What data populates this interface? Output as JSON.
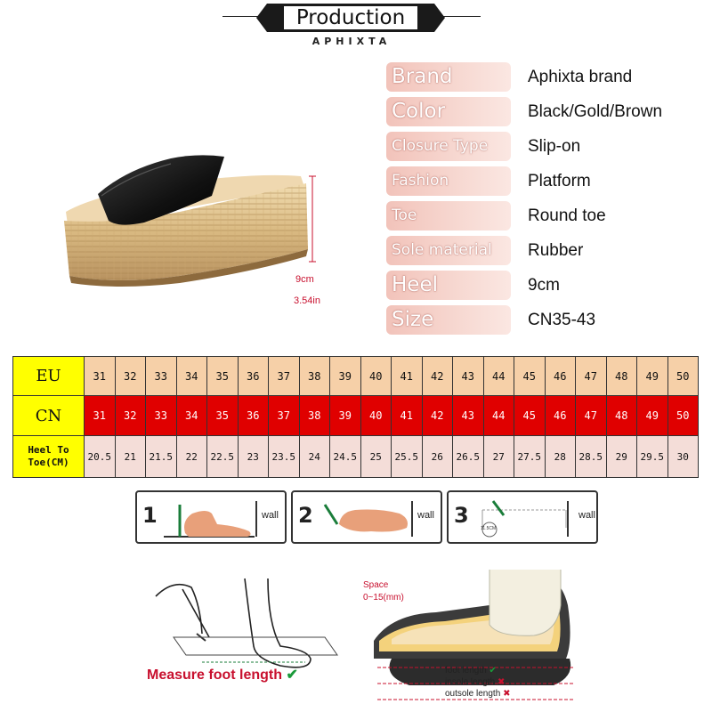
{
  "header": {
    "title": "Production",
    "brand_sub": "APHIXTA"
  },
  "product": {
    "heel_cm": "9cm",
    "heel_in": "3.54in"
  },
  "specs": [
    {
      "label": "Brand",
      "value": "Aphixta brand"
    },
    {
      "label": "Color",
      "value": "Black/Gold/Brown"
    },
    {
      "label": "Closure Type",
      "value": "Slip-on"
    },
    {
      "label": "Fashion",
      "value": "Platform"
    },
    {
      "label": "Toe",
      "value": "Round toe"
    },
    {
      "label": "Sole material",
      "value": "Rubber"
    },
    {
      "label": "Heel",
      "value": "9cm"
    },
    {
      "label": "Size",
      "value": "CN35-43"
    }
  ],
  "size_table": {
    "eu_label": "EU",
    "cn_label": "CN",
    "heel_label": "Heel To Toe(CM)",
    "eu": [
      "31",
      "32",
      "33",
      "34",
      "35",
      "36",
      "37",
      "38",
      "39",
      "40",
      "41",
      "42",
      "43",
      "44",
      "45",
      "46",
      "47",
      "48",
      "49",
      "50"
    ],
    "cn": [
      "31",
      "32",
      "33",
      "34",
      "35",
      "36",
      "37",
      "38",
      "39",
      "40",
      "41",
      "42",
      "43",
      "44",
      "45",
      "46",
      "47",
      "48",
      "49",
      "50"
    ],
    "heel_to_toe": [
      "20.5",
      "21",
      "21.5",
      "22",
      "22.5",
      "23",
      "23.5",
      "24",
      "24.5",
      "25",
      "25.5",
      "26",
      "26.5",
      "27",
      "27.5",
      "28",
      "28.5",
      "29",
      "29.5",
      "30"
    ]
  },
  "measure": {
    "steps": [
      {
        "num": "1",
        "wall": "wall"
      },
      {
        "num": "2",
        "wall": "wall"
      },
      {
        "num": "3",
        "wall": "wall",
        "gap": "11.5CM"
      }
    ],
    "caption": "Measure foot length",
    "space_label": "Space",
    "space_range": "0~15(mm)",
    "foot_length": "foot length",
    "insole_length": "insole length",
    "outsole_length": "outsole length"
  },
  "colors": {
    "label_gradient_start": "#f2c3ba",
    "eu_row": "#f6d0a8",
    "cn_row": "#e00000",
    "heel_row": "#f4ddd8",
    "header_cells": "#ffff00",
    "accent_red": "#c8102e"
  }
}
